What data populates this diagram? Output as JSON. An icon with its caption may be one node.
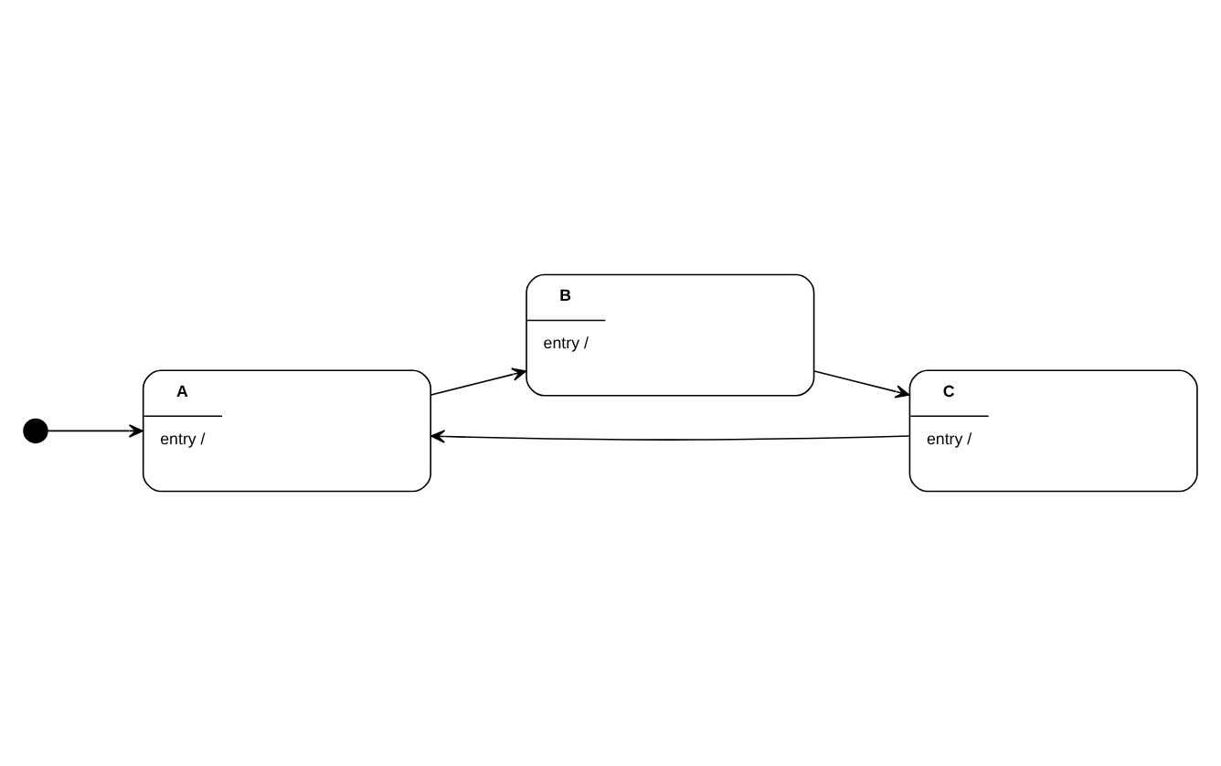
{
  "diagram": {
    "nodes": [
      {
        "text": [],
        "shape": "circle"
      },
      {
        "text": [
          "A",
          "entry /"
        ]
      },
      {
        "text": [
          "B",
          "entry /"
        ]
      },
      {
        "text": [
          "C",
          "entry /"
        ]
      }
    ],
    "edges": [
      {
        "from": 0,
        "to": 1,
        "arrow": "to"
      },
      {
        "from": 1,
        "to": 2,
        "arrow": "to"
      },
      {
        "from": 2,
        "to": 3,
        "arrow": "to"
      },
      {
        "from": 3,
        "to": 1,
        "arrow": "to"
      }
    ]
  }
}
